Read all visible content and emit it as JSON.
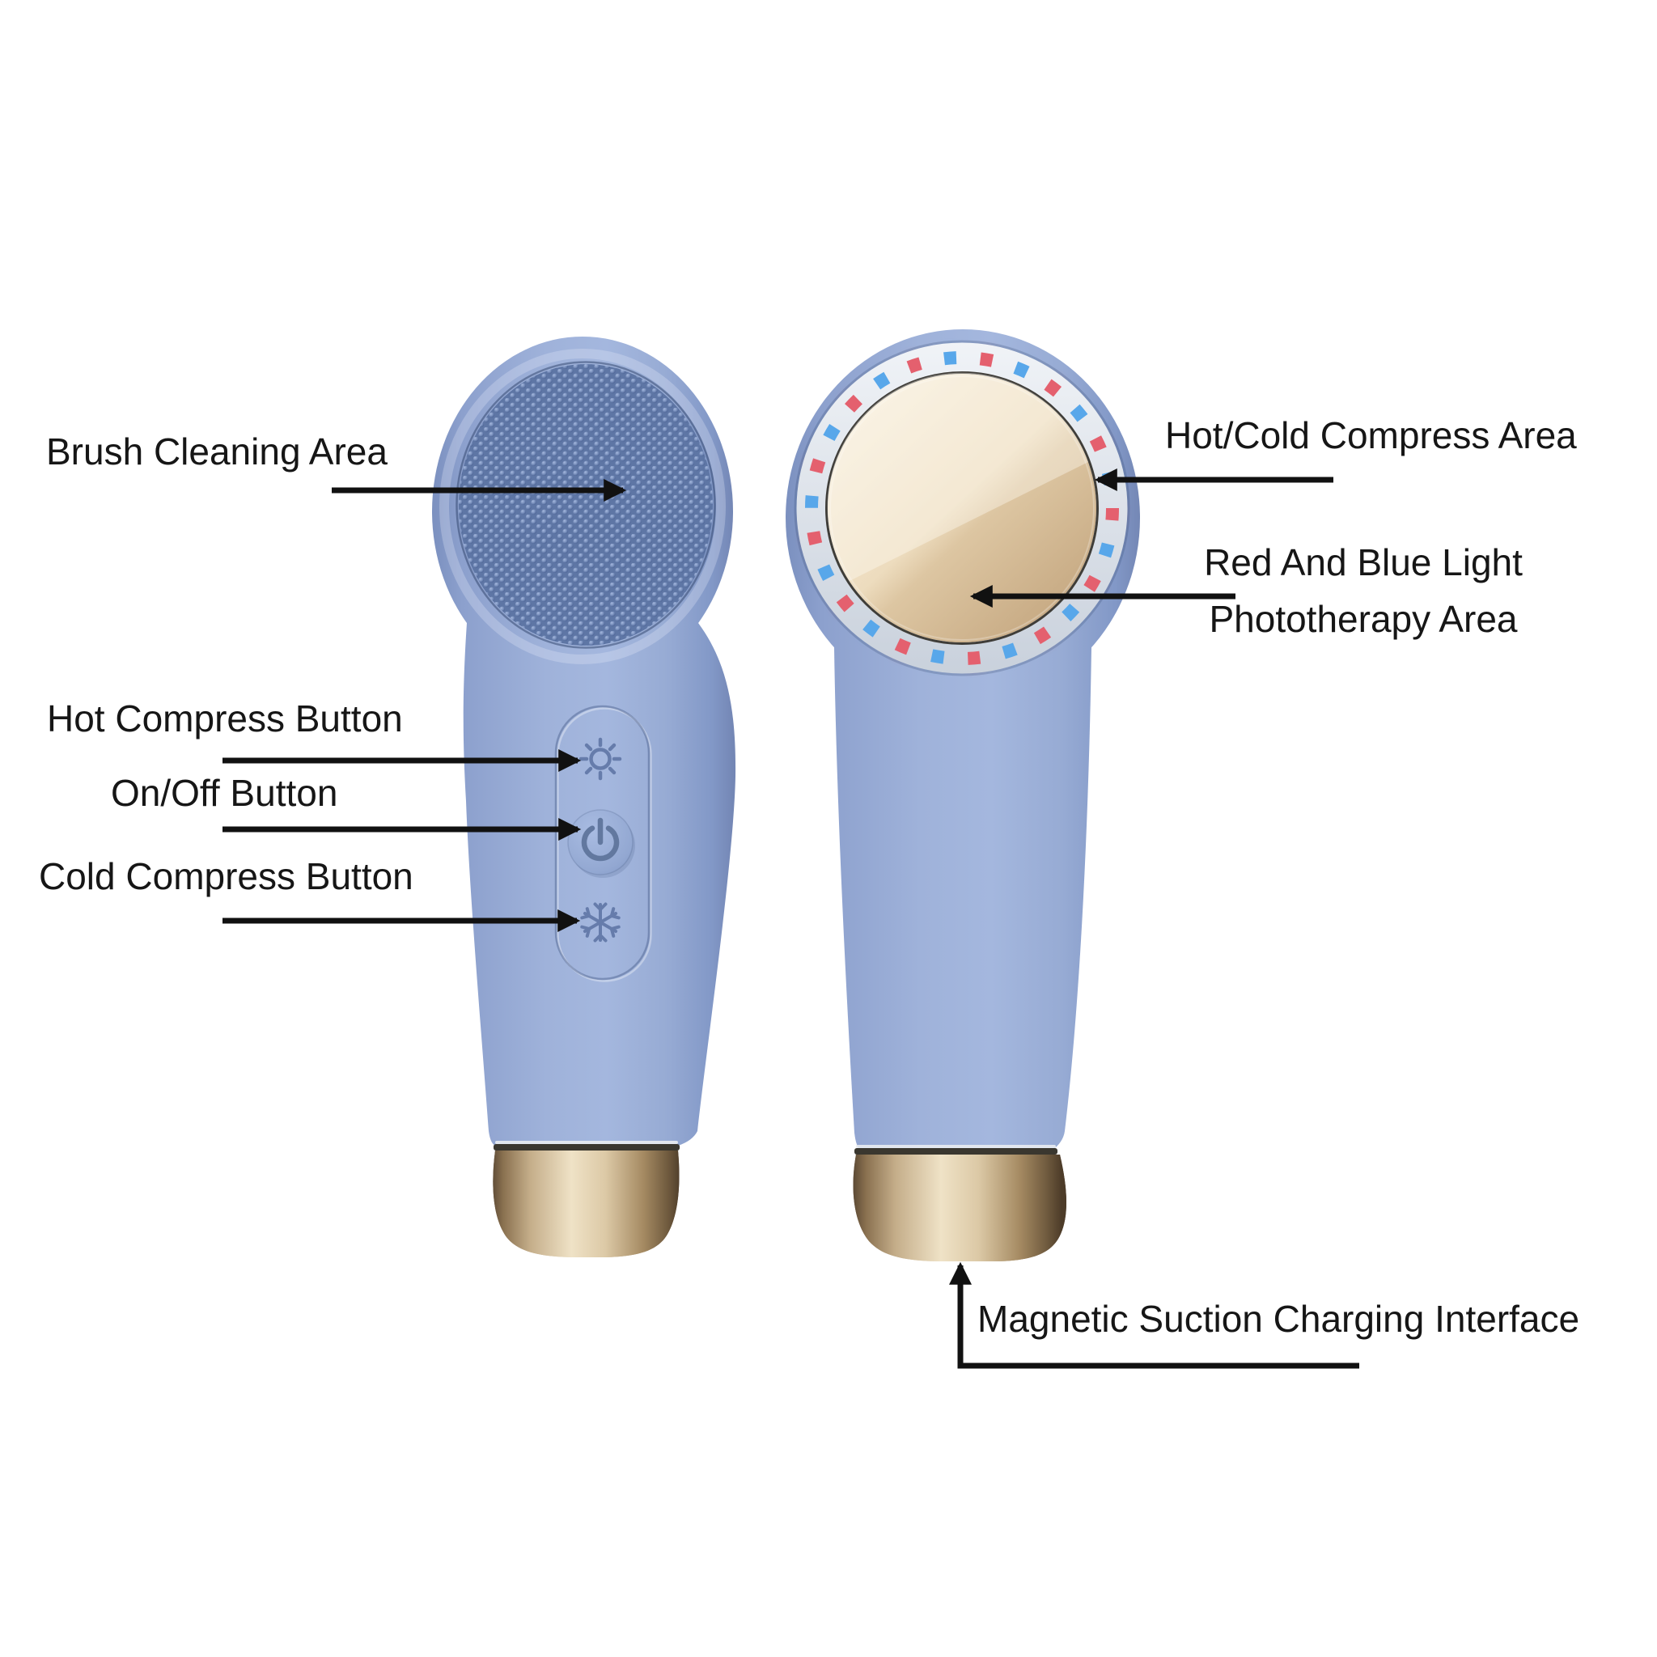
{
  "colors": {
    "background": "#ffffff",
    "text_color": "#161616",
    "arrow_color": "#111111",
    "device_blue": "#93a8d4",
    "brush_blue": "#5e76a5",
    "metal_gold": "#d9c5a4",
    "led_red": "#e4606e",
    "led_blue": "#58a7ea"
  },
  "diagram": {
    "labels": {
      "brush_cleaning_area": "Brush Cleaning Area",
      "hot_compress_button": "Hot Compress Button",
      "on_off_button": "On/Off Button",
      "cold_compress_button": "Cold Compress Button",
      "hot_cold_compress_area": "Hot/Cold Compress Area",
      "phototherapy_line1": "Red And Blue Light",
      "phototherapy_line2": "Phototherapy Area",
      "magnetic_charging": "Magnetic Suction Charging Interface"
    },
    "icons": {
      "hot": "sun-icon",
      "power": "power-icon",
      "cold": "snowflake-icon"
    }
  }
}
